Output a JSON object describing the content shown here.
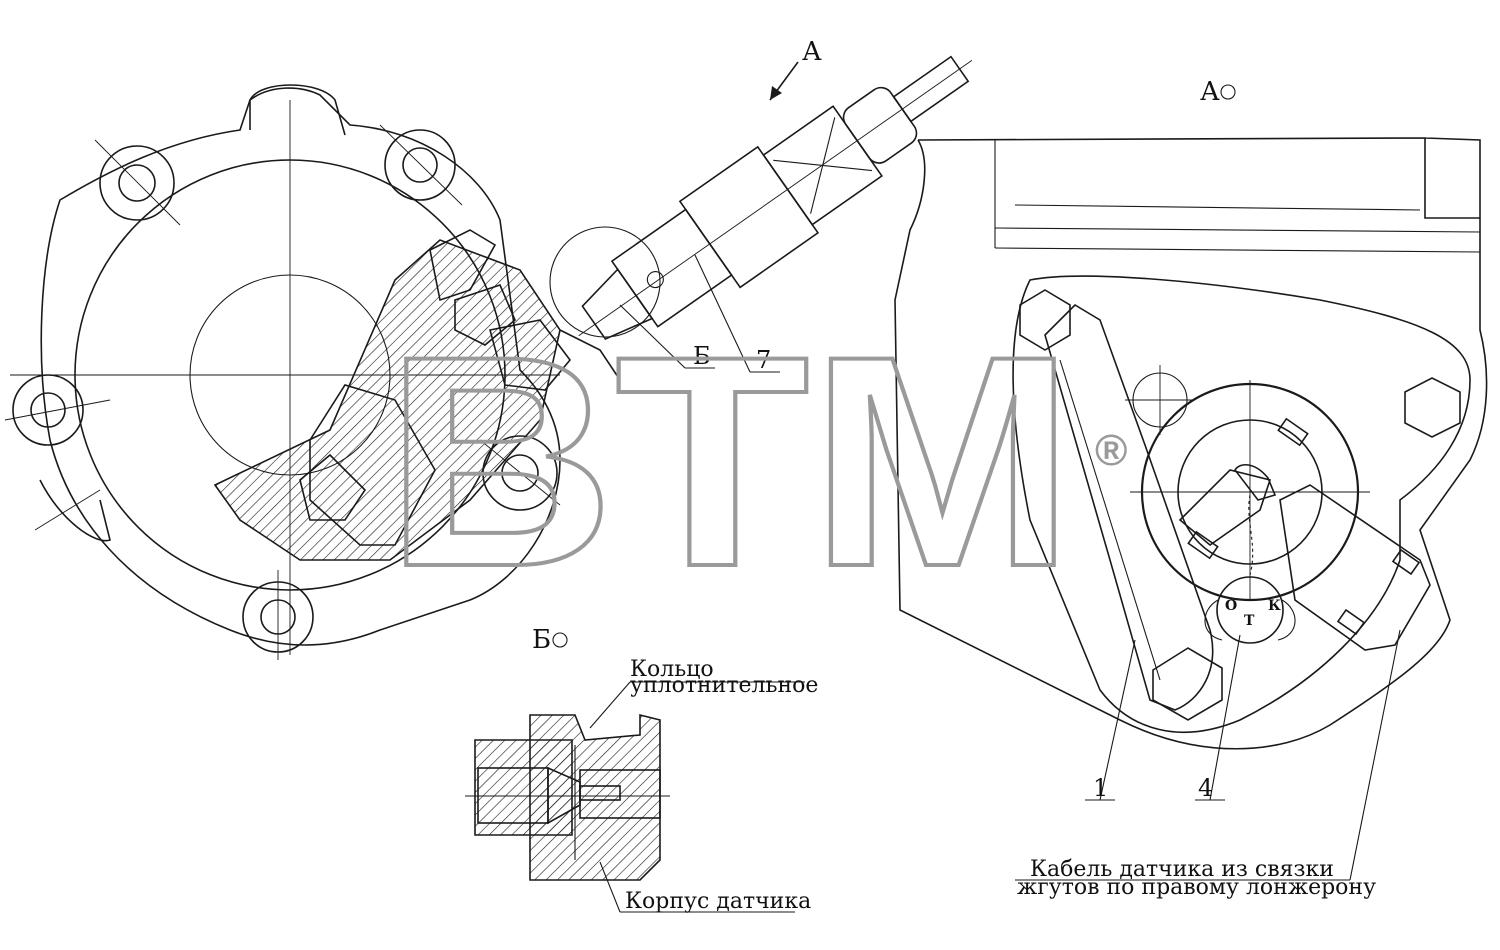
{
  "views": {
    "arrow_label": "А",
    "view_a_title": "А",
    "view_b_title": "Б"
  },
  "callouts": {
    "b": "Б",
    "n7": "7",
    "n1": "1",
    "n4": "4"
  },
  "detail_b": {
    "ring_line1": "Кольцо",
    "ring_line2": "уплотнительное",
    "housing": "Корпус датчика"
  },
  "cable": {
    "line1": "Кабель датчика из связки",
    "line2": "жгутов по правому лонжерону"
  },
  "seal": {
    "o": "О",
    "t": "Т",
    "k": "К"
  },
  "watermark": {
    "text": "BTM",
    "mark": "®"
  }
}
